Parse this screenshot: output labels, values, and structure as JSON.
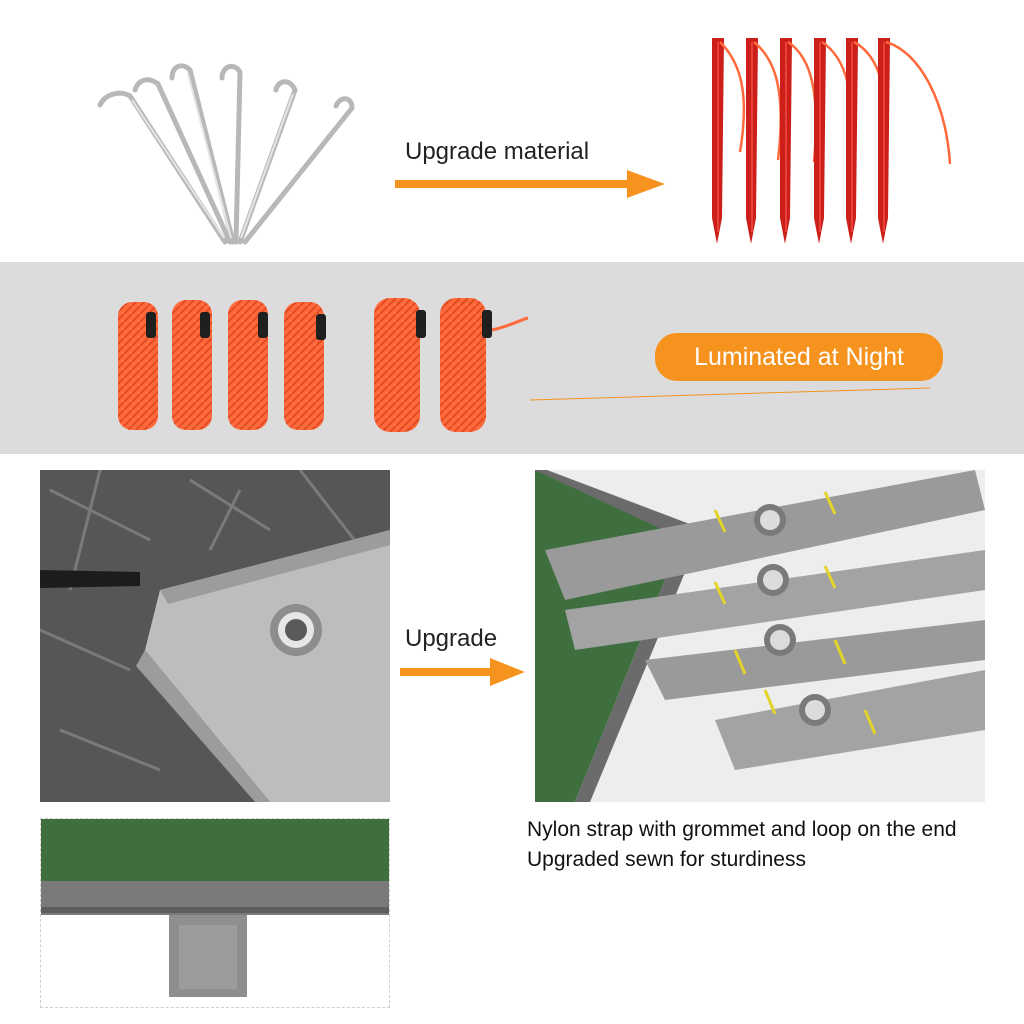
{
  "sections": {
    "stakes": {
      "caption": "Upgrade material"
    },
    "ropes": {
      "badge": "Luminated at Night"
    },
    "grommet": {
      "caption": "Upgrade"
    },
    "straps": {
      "lines": [
        "Nylon strap with grommet and loop on the end",
        "Upgraded sewn for sturdiness"
      ]
    }
  },
  "colors": {
    "accent": "#f6921e",
    "band": "#dcdcdc",
    "stake_red": "#cc1f1a",
    "rope_orange": "#ff6a3d",
    "tarp_green": "#3f6f3f",
    "strap_gray": "#9a9a9a"
  },
  "icons": [
    "arrow-right-icon",
    "arrow-right-icon"
  ]
}
